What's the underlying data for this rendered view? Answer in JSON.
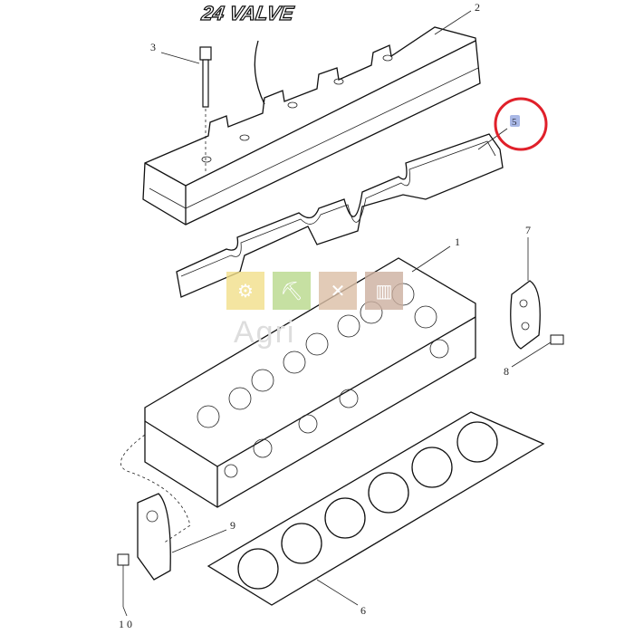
{
  "diagram": {
    "title_logo": "24 VALVE",
    "callouts": {
      "c1": "1",
      "c2": "2",
      "c3": "3",
      "c5": "5",
      "c6": "6",
      "c7": "7",
      "c8": "8",
      "c9": "9",
      "c10": "1 0"
    },
    "highlighted_callout": "5",
    "highlight_color": "#e0202a",
    "watermark": "Agri"
  }
}
